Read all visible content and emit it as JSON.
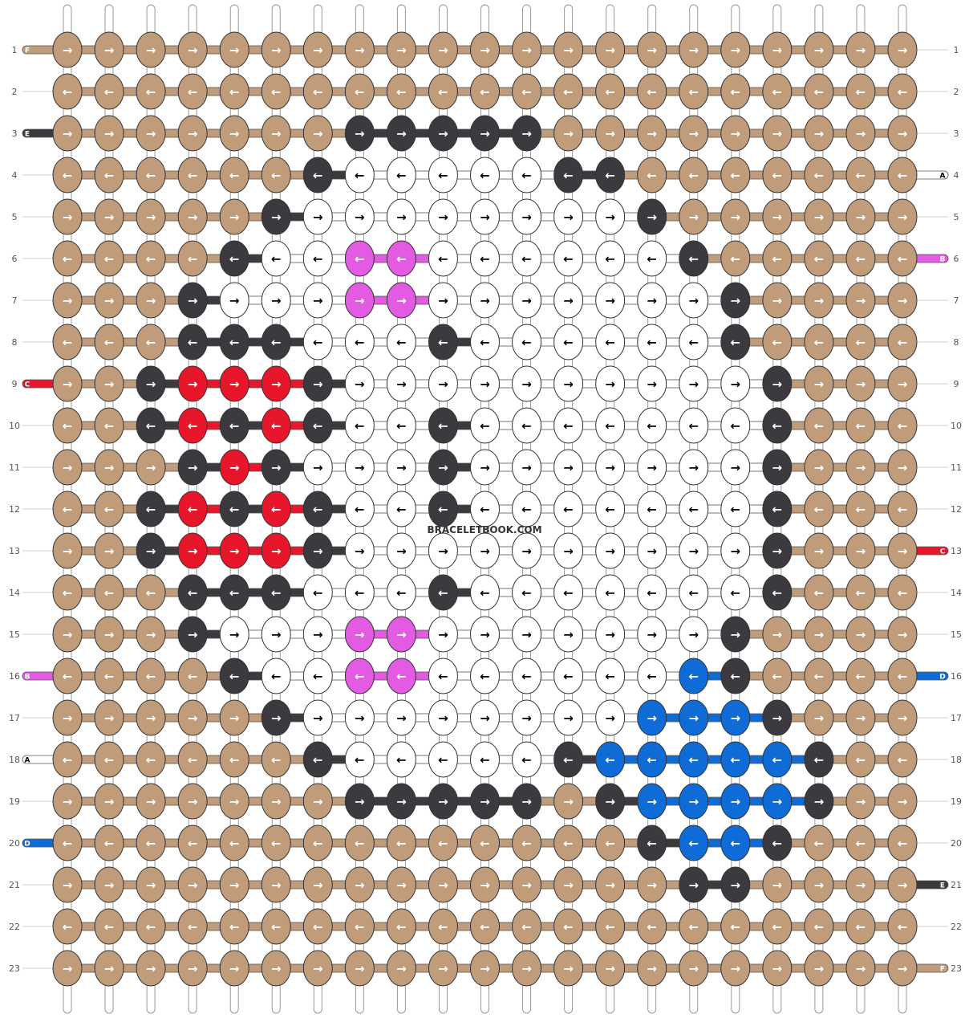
{
  "watermark": "BRACELETBOOK.COM",
  "grid": {
    "columns": 21,
    "rows": 23
  },
  "arrows": {
    "right": "→",
    "left": "←"
  },
  "colors": {
    "A": "#ffffff",
    "B": "#e35be3",
    "C": "#e8162a",
    "D": "#0f6bd6",
    "E": "#3c3a3e",
    "F": "#c19c7b"
  },
  "strings": {
    "left": [
      {
        "row": 1,
        "letter": "F"
      },
      {
        "row": 3,
        "letter": "E"
      },
      {
        "row": 9,
        "letter": "C"
      },
      {
        "row": 16,
        "letter": "B"
      },
      {
        "row": 18,
        "letter": "A"
      },
      {
        "row": 20,
        "letter": "D"
      }
    ],
    "right": [
      {
        "row": 4,
        "letter": "A"
      },
      {
        "row": 6,
        "letter": "B"
      },
      {
        "row": 13,
        "letter": "C"
      },
      {
        "row": 16,
        "letter": "D"
      },
      {
        "row": 21,
        "letter": "E"
      },
      {
        "row": 23,
        "letter": "F"
      }
    ]
  },
  "rows": [
    "FFFFFFFFFFFFFFFFFFFFF",
    "FFFFFFFFFFFFFFFFFFFFF",
    "FFFFFFFEEEEEFFFFFFFFF",
    "FFFFFFEAAAAAEEFFFFFFF",
    "FFFFFEAAAAAAAAEFFFFFF",
    "FFFFEAABBAAAAAAEFFFFF",
    "FFFEAAABBAAAAAAAEFFFF",
    "FFFEEEAAAEAAAAAAEFFFF",
    "FFECCCEAAAAAAAAAAEFFF",
    "FFECECEAAEAAAAAAAEFFF",
    "FFFECEAAAEAAAAAAAEFFF",
    "FFECECEAAEAAAAAAAEFFF",
    "FFECCCEAAAAAAAAAAEFFF",
    "FFFEEEAAAEAAAAAAAEFFF",
    "FFFEAAABBAAAAAAAEFFFF",
    "FFFFEAABBAAAAAADEFFFF",
    "FFFFFEAAAAAAAADDDEFFF",
    "FFFFFFEAAAAAEDDDDDEFF",
    "FFFFFFFEEEEEFEDDDDEFF",
    "FFFFFFFFFFFFFFEDDEFFF",
    "FFFFFFFFFFFFFFFEEFFFF",
    "FFFFFFFFFFFFFFFFFFFFF",
    "FFFFFFFFFFFFFFFFFFFFF"
  ]
}
